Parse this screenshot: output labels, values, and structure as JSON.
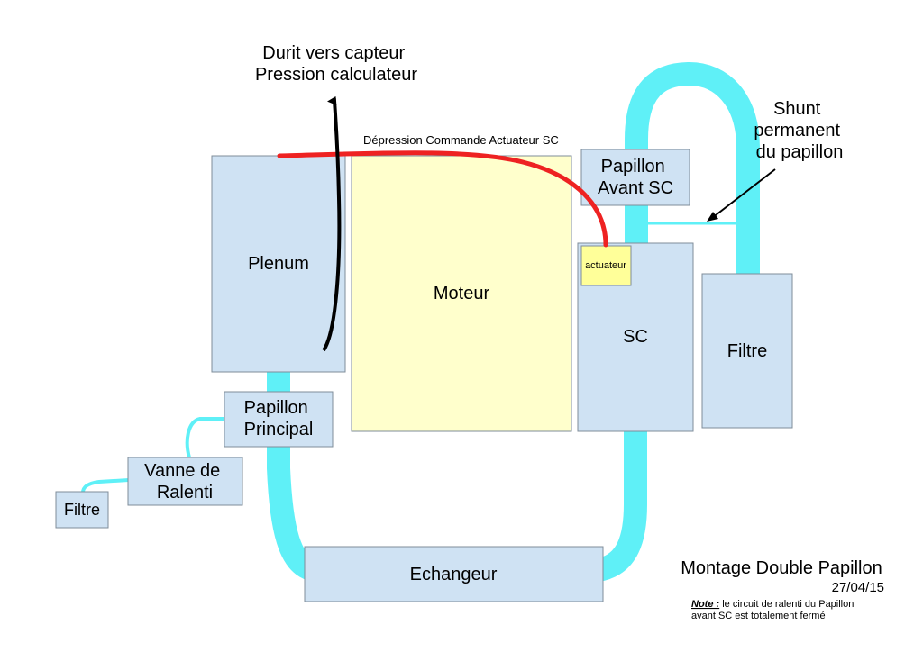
{
  "colors": {
    "box_fill": "#cfe2f3",
    "box_stroke": "#7f8c99",
    "moteur_fill": "#ffffcc",
    "actuateur_fill": "#ffff99",
    "duct": "#5ff0f7",
    "depression_line": "#ee2222",
    "arrow": "#000000"
  },
  "boxes": {
    "plenum": "Plenum",
    "moteur": "Moteur",
    "papillon_avant_sc": [
      "Papillon",
      "Avant SC"
    ],
    "actuateur": "actuateur",
    "sc": "SC",
    "filtre_right": "Filtre",
    "papillon_principal": [
      "Papillon",
      "Principal"
    ],
    "vanne_ralenti": [
      "Vanne de",
      "Ralenti"
    ],
    "filtre_left": "Filtre",
    "echangeur": "Echangeur"
  },
  "labels": {
    "durit": [
      "Durit vers capteur",
      "Pression calculateur"
    ],
    "depression": "Dépression Commande Actuateur SC",
    "shunt": [
      "Shunt",
      "permanent",
      "du papillon"
    ],
    "title": "Montage Double Papillon",
    "date": "27/04/15",
    "note_label": "Note :",
    "note_line1": " le circuit de ralenti du Papillon",
    "note_line2": "avant SC est totalement fermé"
  }
}
